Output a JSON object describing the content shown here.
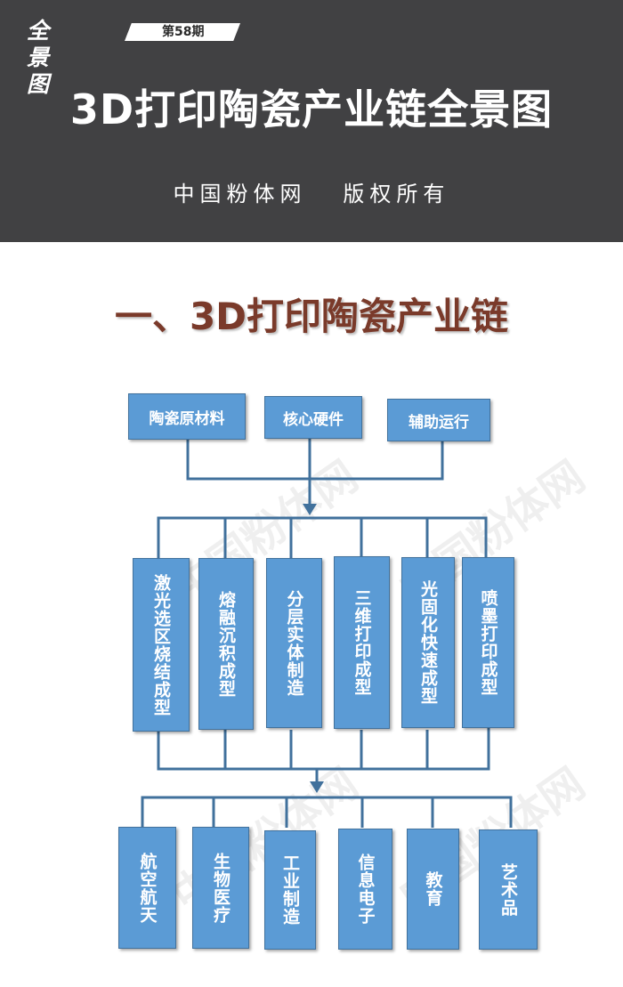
{
  "header": {
    "logo": "全景图",
    "issue": "第58期",
    "title": "3D打印陶瓷产业链全景图",
    "subtitle": "中国粉体网   版权所有"
  },
  "section": {
    "title": "一、3D打印陶瓷产业链"
  },
  "diagram": {
    "level1": [
      "陶瓷原材料",
      "核心硬件",
      "辅助运行"
    ],
    "level2": [
      "激光选区烧结成型",
      "熔融沉积成型",
      "分层实体制造",
      "三维打印成型",
      "光固化快速成型",
      "喷墨打印成型"
    ],
    "level3": [
      "航空航天",
      "生物医疗",
      "工业制造",
      "信息电子",
      "教育",
      "艺术品"
    ]
  },
  "watermark": "中国粉体网",
  "colors": {
    "header_bg": "#414143",
    "box": "#5b9bd5",
    "line": "#41719c",
    "section_title": "#7a3a2a"
  }
}
